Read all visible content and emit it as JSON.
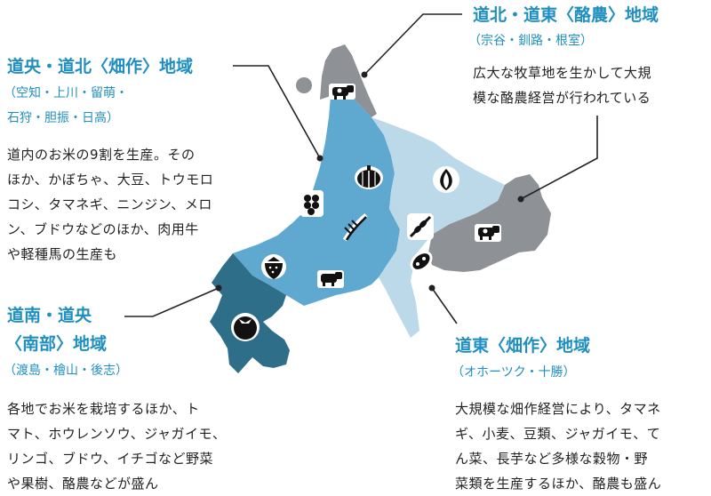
{
  "regions": {
    "north_east": {
      "title": "道北・道東〈酪農〉地域",
      "sub": "（宗谷・釧路・根室）",
      "desc": [
        "広大な牧草地を生かして大規",
        "模な酪農経営が行われている"
      ]
    },
    "central": {
      "title": "道央・道北〈畑作〉地域",
      "sub": [
        "（空知・上川・留萌・",
        "石狩・胆振・日高）"
      ],
      "desc": [
        "道内のお米の9割を生産。その",
        "ほか、かぼちゃ、大豆、トウモロ",
        "コシ、タマネギ、ニンジン、メロ",
        "ン、ブドウなどのほか、肉用牛",
        "や軽種馬の生産も"
      ]
    },
    "south": {
      "title": [
        "道南・道央",
        "〈南部〉地域"
      ],
      "sub": "（渡島・檜山・後志）",
      "desc": [
        "各地でお米を栽培するほか、ト",
        "マト、ホウレンソウ、ジャガイモ、",
        "リンゴ、ブドウ、イチゴなど野菜",
        "や果樹、酪農などが盛ん"
      ]
    },
    "east": {
      "title": "道東〈畑作〉地域",
      "sub": "（オホーツク・十勝）",
      "desc": [
        "大規模な畑作経営により、タマネ",
        "ギ、小麦、豆類、ジャガイモ、て",
        "ん菜、長芋など多様な穀物・野",
        "菜類を生産するほか、酪農も盛ん"
      ]
    }
  },
  "colors": {
    "dairy": "#8e9196",
    "central": "#5fa8cf",
    "east": "#bcd9ea",
    "south": "#2e6e89",
    "title_text": "#1f8fc0"
  },
  "icons": [
    "cow-icon",
    "pumpkin-icon",
    "onion-icon",
    "grape-icon",
    "rice-icon",
    "wheat-icon",
    "bean-icon",
    "strawberry-icon",
    "tomato-icon"
  ]
}
